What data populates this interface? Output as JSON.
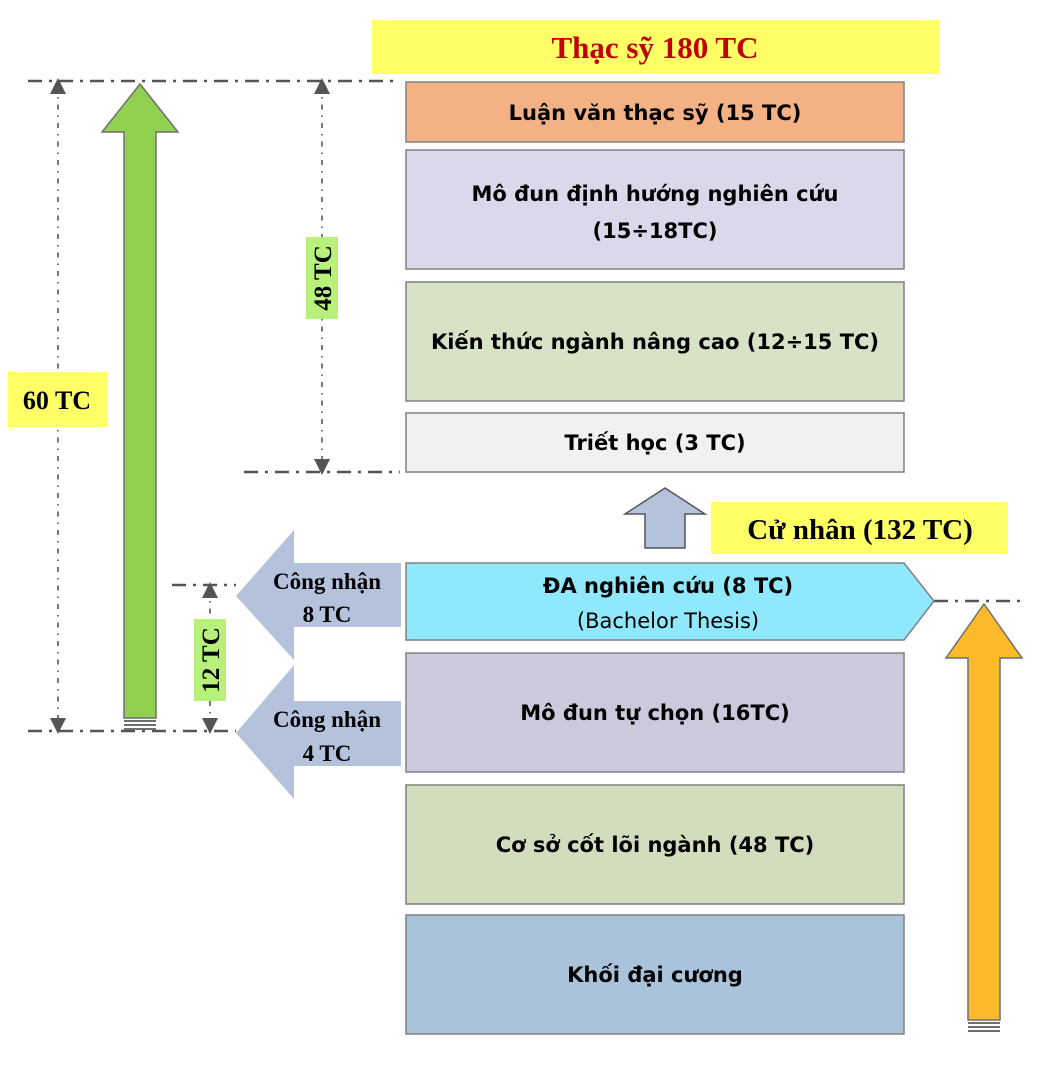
{
  "master": {
    "title": "Thạc sỹ 180 TC",
    "blocks": [
      {
        "line1": "Luận văn thạc sỹ (15 TC)",
        "line2": "",
        "fill": "#f4b183"
      },
      {
        "line1": "Mô đun định hướng nghiên cứu",
        "line2": "(15÷18TC)",
        "fill": "#dcd8ec"
      },
      {
        "line1": "Kiến thức ngành nâng cao (12÷15 TC)",
        "line2": "",
        "fill": "#d7e2c6"
      },
      {
        "line1": "Triết học (3 TC)",
        "line2": "",
        "fill": "#f1f1f1"
      }
    ]
  },
  "bachelor": {
    "title": "Cử nhân (132 TC)",
    "thesis": {
      "line1": "ĐA nghiên cứu (8 TC)",
      "line2": "(Bachelor Thesis)",
      "fill": "#8fe8fb"
    },
    "blocks": [
      {
        "label": "Mô đun tự chọn (16TC)",
        "fill": "#cdc9dc"
      },
      {
        "label": "Cơ sở cốt lõi ngành (48 TC)",
        "fill": "#d3dcbc"
      },
      {
        "label": "Khối đại cương",
        "fill": "#a9c3db"
      }
    ]
  },
  "recognition": [
    {
      "line1": "Công nhận",
      "line2": "8 TC"
    },
    {
      "line1": "Công nhận",
      "line2": "4 TC"
    }
  ],
  "dimensions": {
    "total": "60 TC",
    "master_part": "48 TC",
    "recognized": "12 TC"
  },
  "colors": {
    "highlight_yellow": "#ffff66",
    "highlight_green": "#b7f07a",
    "title_red": "#c00000",
    "green_arrow": "#92d050",
    "orange_arrow": "#fbba2a",
    "blue_arrow": "#b4c2dc"
  }
}
